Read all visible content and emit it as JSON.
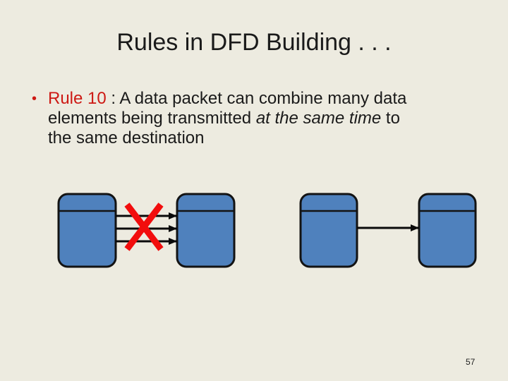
{
  "slide": {
    "title": "Rules in DFD Building . . .",
    "bullet": {
      "marker": "•",
      "rule_label": "Rule 10",
      "text_before_italic": " : A data packet can combine many data elements being transmitted ",
      "italic_text": "at the same time",
      "text_after_italic": " to the same destination"
    },
    "page_number": "57"
  },
  "diagram": {
    "type": "data-flow-diagram-example",
    "invalid_example": {
      "process_shapes": 2,
      "data_flows": 3,
      "crossed_out": true
    },
    "valid_example": {
      "process_shapes": 2,
      "data_flows": 1,
      "crossed_out": false
    }
  },
  "colors": {
    "background": "#EDEBE0",
    "text": "#1A1A1A",
    "accent_red": "#CD1914",
    "cross_red": "#F20D0D",
    "shape_fill": "#4F81BD",
    "shape_border": "#131313",
    "arrow_black": "#0A0A0A"
  }
}
